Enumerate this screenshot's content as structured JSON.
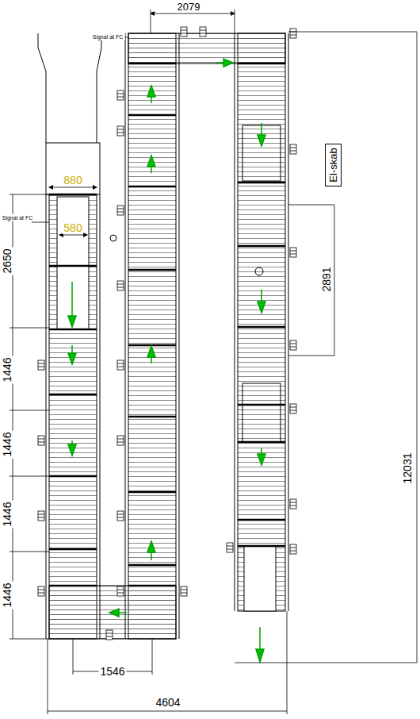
{
  "diagram": {
    "nodes": [
      {
        "text": [
          "El-skab"
        ]
      }
    ],
    "labels": [
      "2079",
      "Signal at FC",
      "880",
      "Signal at FC",
      "580",
      "2650",
      "2891",
      "1446",
      "1446",
      "1446",
      "1446",
      "12031",
      "1546",
      "4604"
    ]
  }
}
